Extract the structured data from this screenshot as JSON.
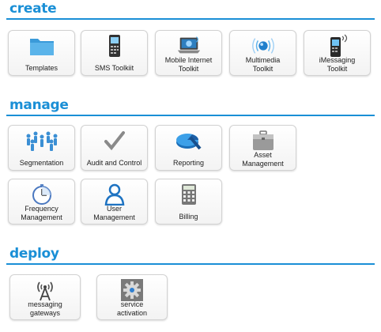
{
  "create": {
    "title": "create",
    "items": [
      {
        "label": "Templates",
        "icon": "folder-icon"
      },
      {
        "label": "SMS Toolkiit",
        "icon": "mobile-phone-icon"
      },
      {
        "label": "Mobile Internet\nToolkit",
        "icon": "laptop-internet-icon"
      },
      {
        "label": "Multimedia\nToolkit",
        "icon": "globe-broadcast-icon"
      },
      {
        "label": "iMessaging\nToolkit",
        "icon": "smartphone-signal-icon"
      }
    ]
  },
  "manage": {
    "title": "manage",
    "items": [
      {
        "label": "Segmentation",
        "icon": "people-group-icon"
      },
      {
        "label": "Audit and Control",
        "icon": "checkmark-icon"
      },
      {
        "label": "Reporting",
        "icon": "pie-chart-icon"
      },
      {
        "label": "Asset\nManagement",
        "icon": "briefcase-icon"
      },
      {
        "label": "Frequency\nManagement",
        "icon": "stopwatch-icon"
      },
      {
        "label": "User\nManagement",
        "icon": "user-icon"
      },
      {
        "label": "Billing",
        "icon": "calculator-icon"
      }
    ]
  },
  "deploy": {
    "title": "deploy",
    "items": [
      {
        "label": "messaging\ngateways",
        "icon": "antenna-tower-icon"
      },
      {
        "label": "service\nactivation",
        "icon": "gear-icon"
      }
    ]
  }
}
